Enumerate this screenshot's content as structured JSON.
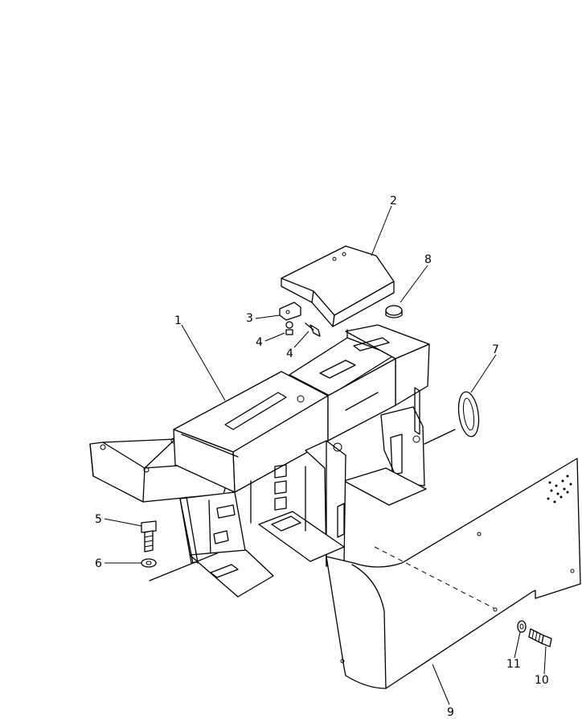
{
  "callouts": {
    "c1": "1",
    "c2": "2",
    "c3": "3",
    "c4a": "4",
    "c4b": "4",
    "c5": "5",
    "c6": "6",
    "c7": "7",
    "c8": "8",
    "c9": "9",
    "c10": "10",
    "c11": "11"
  }
}
